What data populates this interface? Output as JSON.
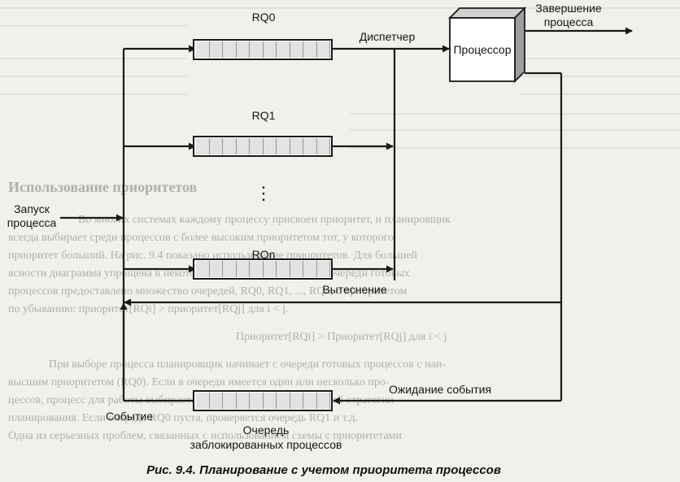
{
  "diagram": {
    "queues": {
      "rq0": "RQ0",
      "rq1": "RQ1",
      "rqn": "RQn",
      "ellipsis": "⋮",
      "blocked_line1": "Очередь",
      "blocked_line2": "заблокированных процессов"
    },
    "processor": "Процессор",
    "dispatcher": "Диспетчер",
    "completion_line1": "Завершение",
    "completion_line2": "процесса",
    "launch_line1": "Запуск",
    "launch_line2": "процесса",
    "preemption": "Вытеснение",
    "event_wait": "Ожидание события",
    "event": "Событие"
  },
  "caption": "Рис. 9.4. Планирование с учетом приоритета процессов",
  "background_text": {
    "heading": "Использование приоритетов",
    "paragraph_lines": [
      "Во многих системах каждому процессу присвоен приоритет, и планировщик",
      "всегда выбирает среди процессов с более высоким приоритетом тот, у которого",
      "приоритет больший. На рис. 9.4 показано использование приоритетов. Для большей",
      "ясности диаграмма упрощена в некоторых деталях: вместо одной очереди готовых",
      "процессов предоставлено множество очередей, RQ0, RQ1, ..., RQn, с приоритетом",
      "по убыванию: приоритет[RQi] > приоритет[RQj] для i < j.",
      "Приоритет[RQi] > Приоритет[RQj] для i < j",
      "При выборе процесса планировщик начинает с очереди готовых процессов с наи-",
      "высшим приоритетом (RQ0). Если в очереди имеется один или несколько про-",
      "цессов, процесс для работы выбирается с использованием некоторой стратегии",
      "планирования. Если очередь RQ0 пуста, проверяется очередь RQ1 и т.д.",
      "Одна из серьезных проблем, связанных с использованием схемы с приоритетами"
    ]
  }
}
